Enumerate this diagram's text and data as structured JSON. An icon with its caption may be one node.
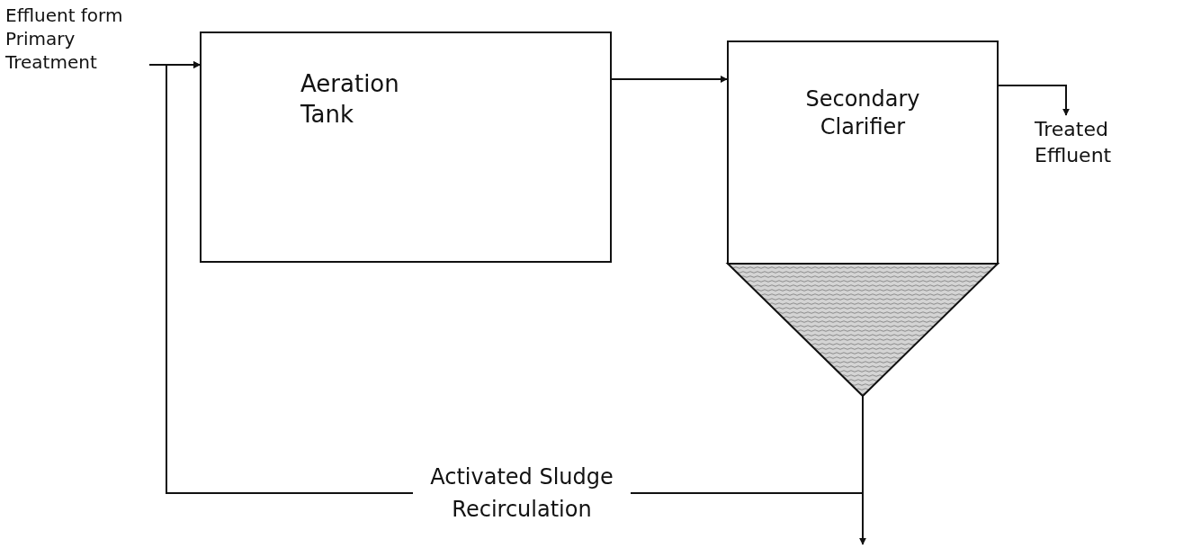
{
  "diagram": {
    "nodes": [
      {
        "text": [
          "Effluent form Primary Treatment"
        ]
      },
      {
        "text": [
          "Aeration Tank"
        ]
      },
      {
        "text": [
          "Secondary Clarifier"
        ]
      },
      {
        "text": [
          "Treated Effluent"
        ]
      }
    ],
    "edges": [
      {
        "from": 0,
        "to": 1,
        "arrow": "to"
      },
      {
        "from": 1,
        "to": 2,
        "arrow": "to"
      },
      {
        "from": 2,
        "to": 3,
        "arrow": "to"
      },
      {
        "from": 2,
        "to": null,
        "arrow": "to"
      },
      {
        "from": 2,
        "to": 1,
        "arrow": "to",
        "label": "Activated Sludge Recirculation"
      }
    ]
  }
}
